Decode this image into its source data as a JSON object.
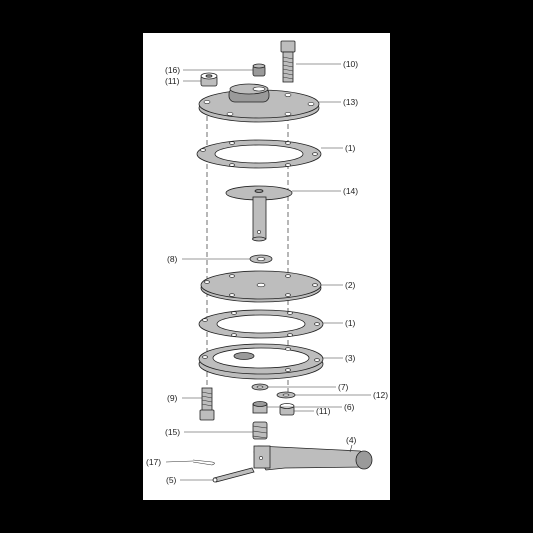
{
  "callouts": [
    {
      "id": "c10",
      "text": "(10)"
    },
    {
      "id": "c16",
      "text": "(16)"
    },
    {
      "id": "c11a",
      "text": "(11)"
    },
    {
      "id": "c13",
      "text": "(13)"
    },
    {
      "id": "c1a",
      "text": "(1)"
    },
    {
      "id": "c14",
      "text": "(14)"
    },
    {
      "id": "c8",
      "text": "(8)"
    },
    {
      "id": "c2",
      "text": "(2)"
    },
    {
      "id": "c1b",
      "text": "(1)"
    },
    {
      "id": "c3",
      "text": "(3)"
    },
    {
      "id": "c7",
      "text": "(7)"
    },
    {
      "id": "c12",
      "text": "(12)"
    },
    {
      "id": "c9",
      "text": "(9)"
    },
    {
      "id": "c6",
      "text": "(6)"
    },
    {
      "id": "c11b",
      "text": "(11)"
    },
    {
      "id": "c15",
      "text": "(15)"
    },
    {
      "id": "c4",
      "text": "(4)"
    },
    {
      "id": "c17",
      "text": "(17)"
    },
    {
      "id": "c5",
      "text": "(5)"
    }
  ],
  "colors": {
    "background": "#000000",
    "sheet": "#ffffff",
    "part_fill": "#bdbdbd",
    "line": "#222222"
  }
}
